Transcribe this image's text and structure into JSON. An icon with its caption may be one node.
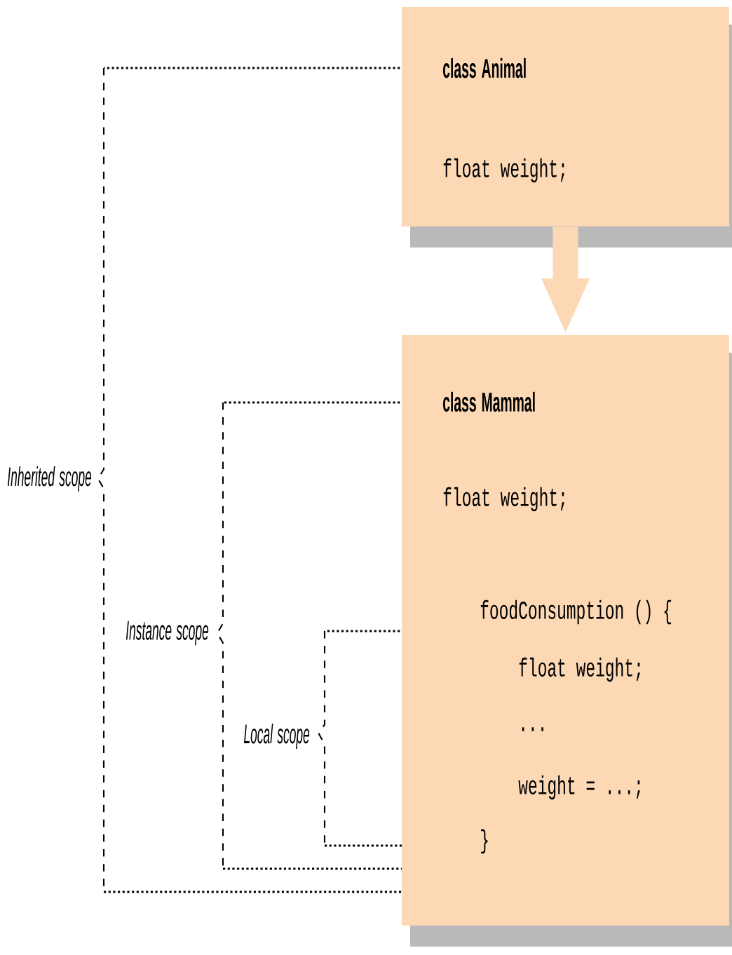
{
  "diagram": {
    "nodes": [
      {
        "text": [
          "class Animal",
          "float weight;"
        ]
      },
      {
        "text": [
          "class Mammal",
          "float weight;",
          "foodConsumption () {",
          "float weight;",
          "...",
          "weight = ...;",
          "}"
        ]
      }
    ],
    "edges": [
      {
        "from": 0,
        "to": 1,
        "arrow": "to"
      }
    ],
    "labels": [
      "Inherited scope",
      "Instance scope",
      "Local scope"
    ]
  }
}
